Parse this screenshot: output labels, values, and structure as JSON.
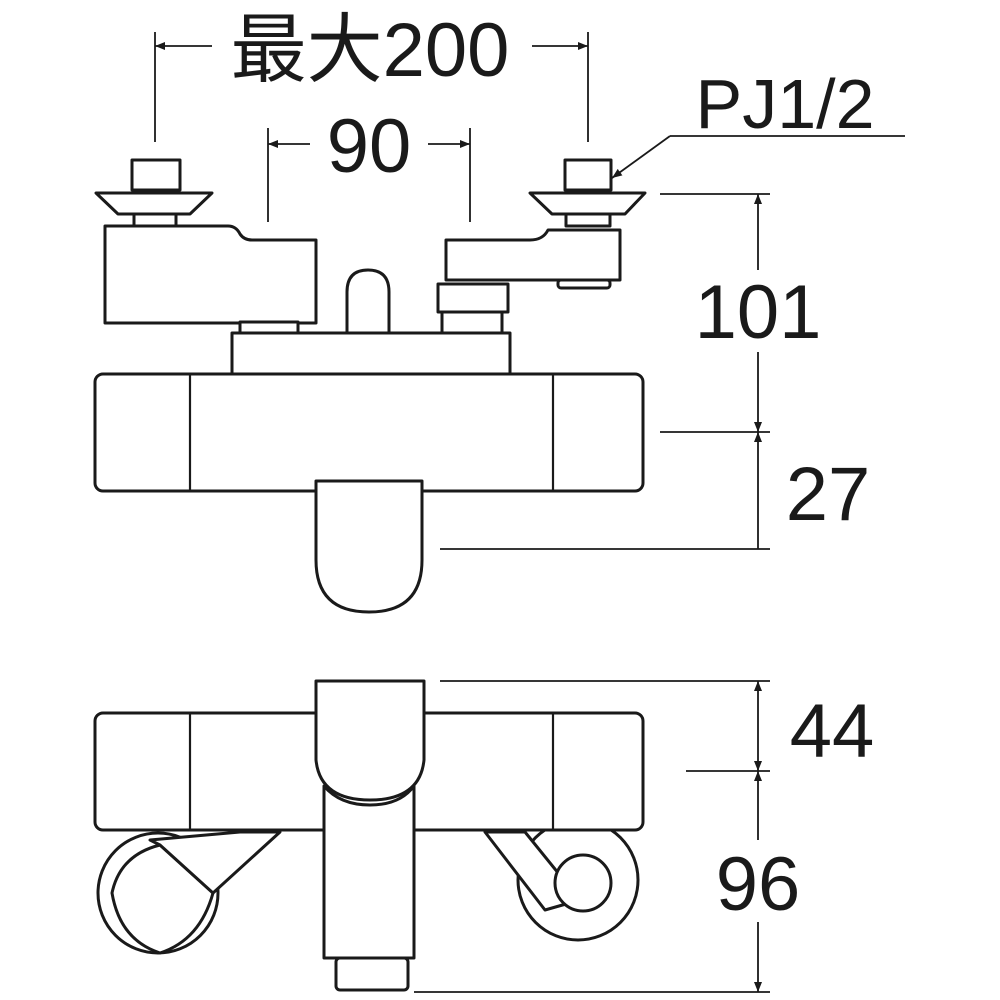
{
  "diagram": {
    "dimensions": {
      "max_width": "最大200",
      "pitch": "90",
      "thread": "PJ1/2",
      "height_upper": "101",
      "height_lower": "27",
      "depth_upper": "44",
      "depth_lower": "96"
    },
    "colors": {
      "ink": "#1a1a1a",
      "background": "#ffffff"
    }
  }
}
